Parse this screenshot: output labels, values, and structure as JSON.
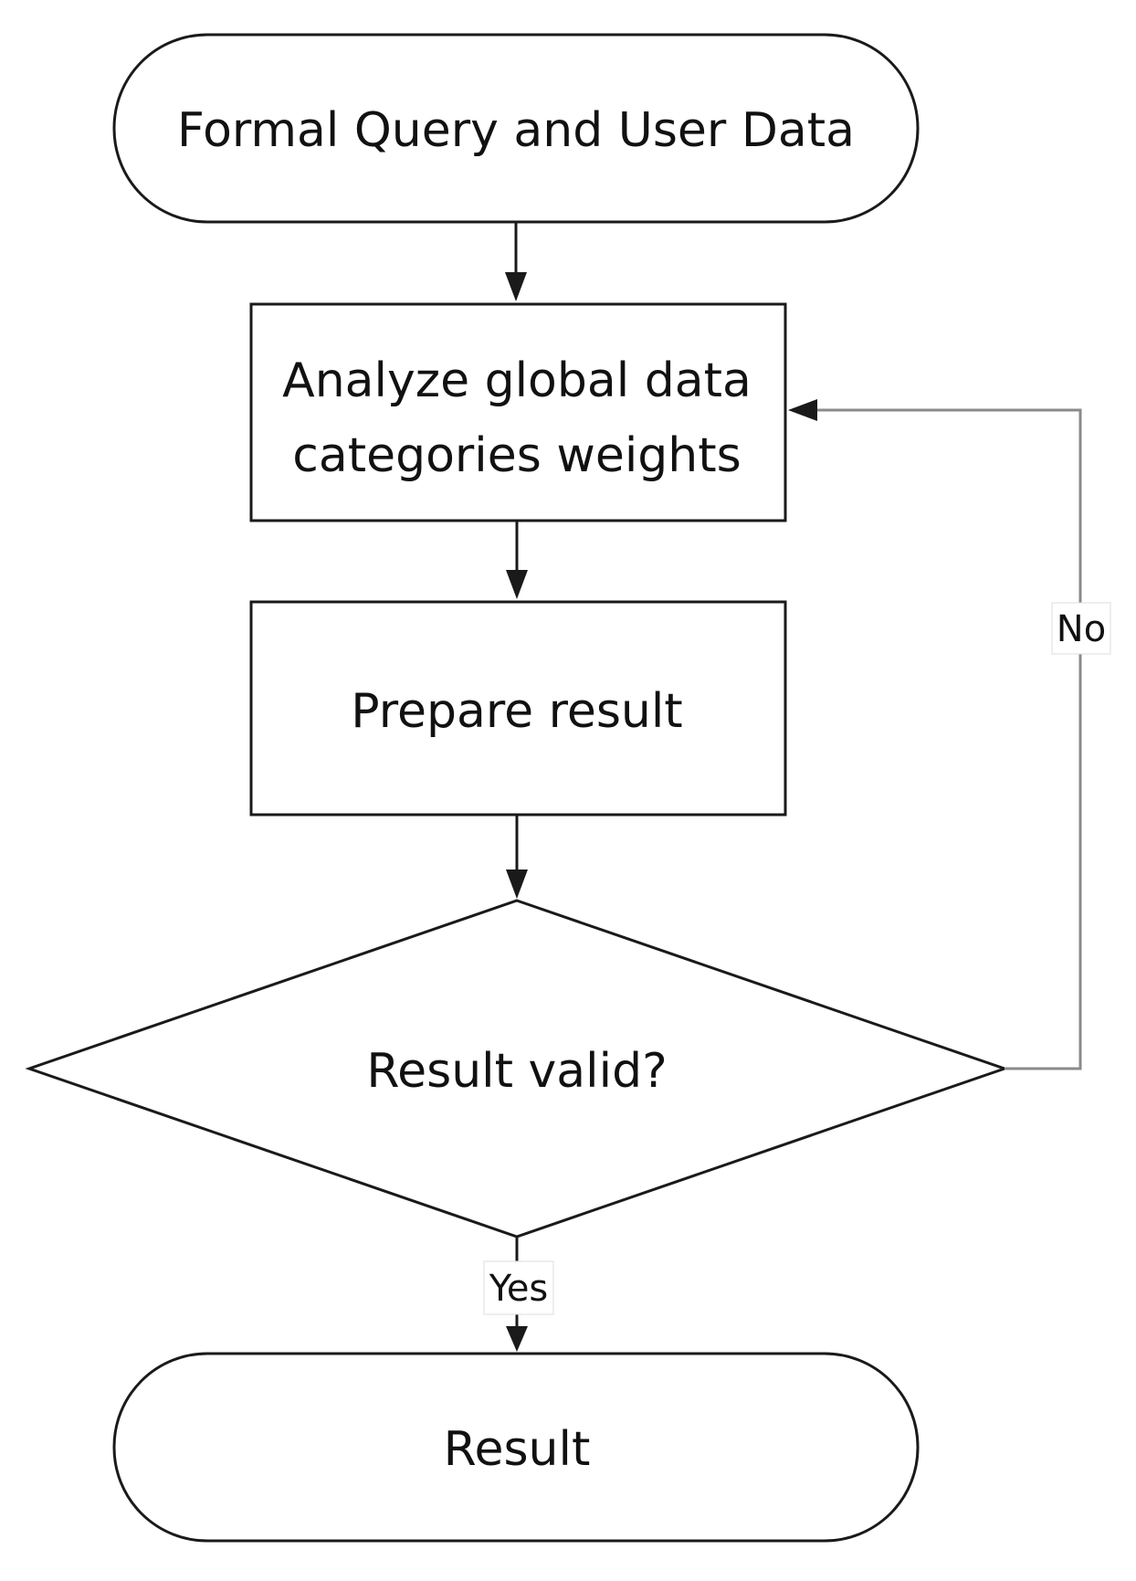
{
  "nodes": {
    "start": {
      "label": "Formal Query and User Data"
    },
    "analyze": {
      "line1": "Analyze global data",
      "line2": "categories weights"
    },
    "prepare": {
      "label": "Prepare result"
    },
    "decision": {
      "label": "Result valid?"
    },
    "end": {
      "label": "Result"
    }
  },
  "edges": {
    "no_label": "No",
    "yes_label": "Yes"
  },
  "colors": {
    "stroke": "#1a1a1a",
    "loop_stroke": "#8a8a8a",
    "text": "#111111",
    "background": "#ffffff"
  }
}
